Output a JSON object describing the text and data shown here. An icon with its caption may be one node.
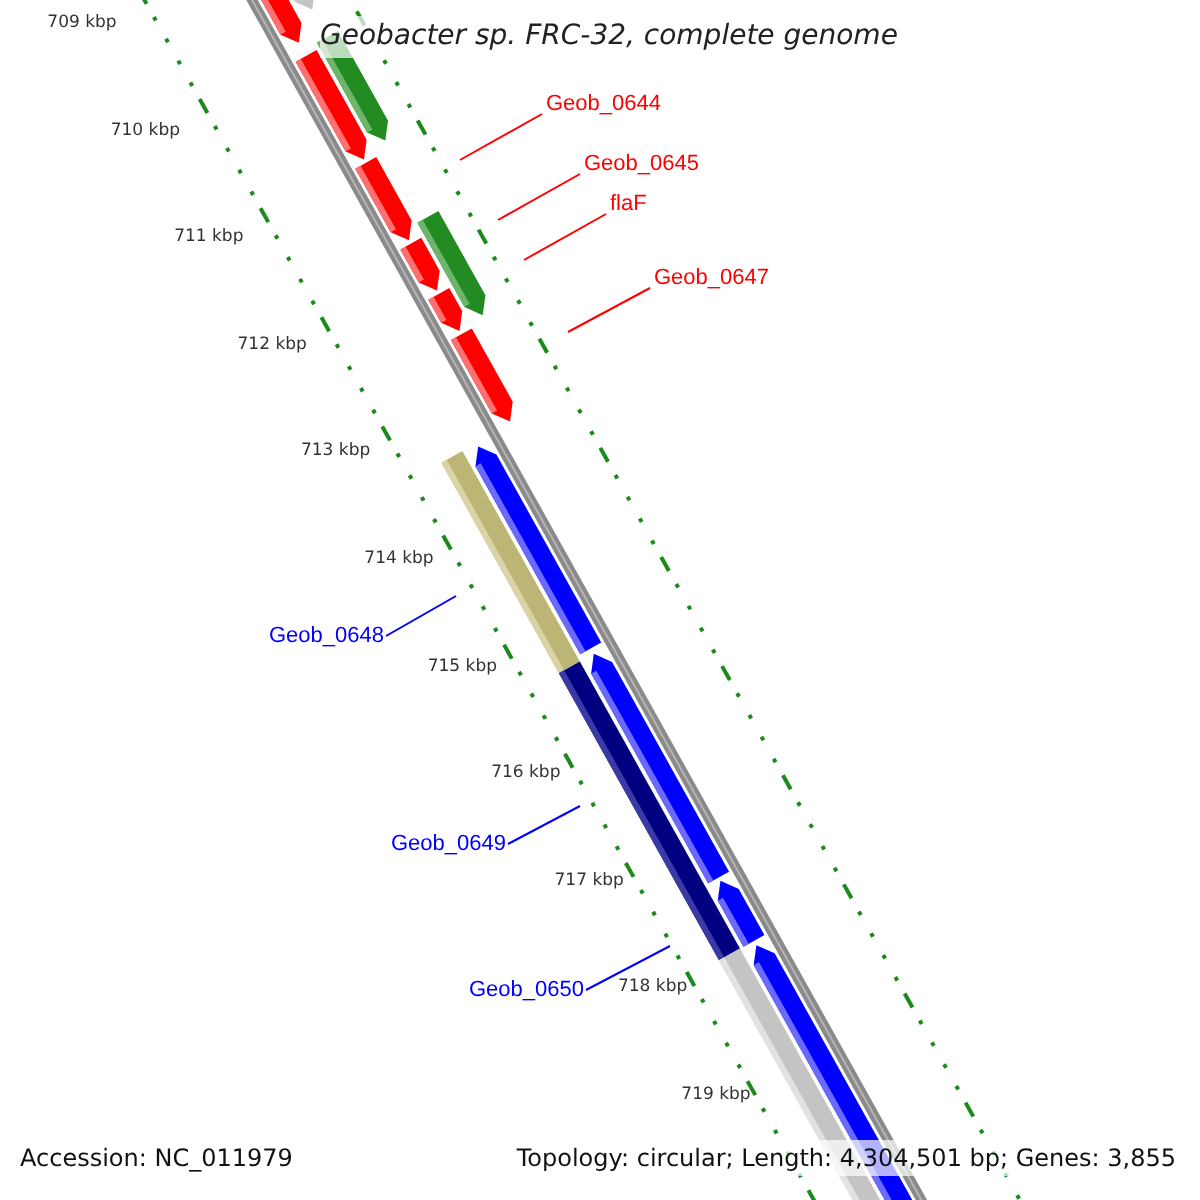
{
  "diagram": {
    "title": "Geobacter sp. FRC-32, complete genome",
    "nodes": [
      {
        "text": [
          "Geob_0644"
        ]
      },
      {
        "text": [
          "Geob_0645"
        ]
      },
      {
        "text": [
          "flaF"
        ]
      },
      {
        "text": [
          "Geob_0647"
        ]
      },
      {
        "text": [
          "Geob_0648"
        ]
      },
      {
        "text": [
          "Geob_0649"
        ]
      },
      {
        "text": [
          "Geob_0650"
        ]
      }
    ],
    "edges": [
      {
        "from": 0,
        "to": null,
        "arrow": "none"
      },
      {
        "from": 1,
        "to": null,
        "arrow": "none"
      },
      {
        "from": 2,
        "to": null,
        "arrow": "none"
      },
      {
        "from": 3,
        "to": null,
        "arrow": "none"
      },
      {
        "from": 4,
        "to": null,
        "arrow": "none",
        "color": "#0000ff"
      },
      {
        "from": 5,
        "to": null,
        "arrow": "none",
        "color": "#0000ff"
      },
      {
        "from": 6,
        "to": null,
        "arrow": "none",
        "color": "#0000ff"
      }
    ],
    "labels": [
      "709 kbp",
      "710 kbp",
      "711 kbp",
      "712 kbp",
      "713 kbp",
      "714 kbp",
      "715 kbp",
      "716 kbp",
      "717 kbp",
      "718 kbp",
      "719 kbp",
      "Accession: NC_011979",
      "Topology: circular; Length: 4,304,501 bp; Genes: 3,855"
    ]
  }
}
